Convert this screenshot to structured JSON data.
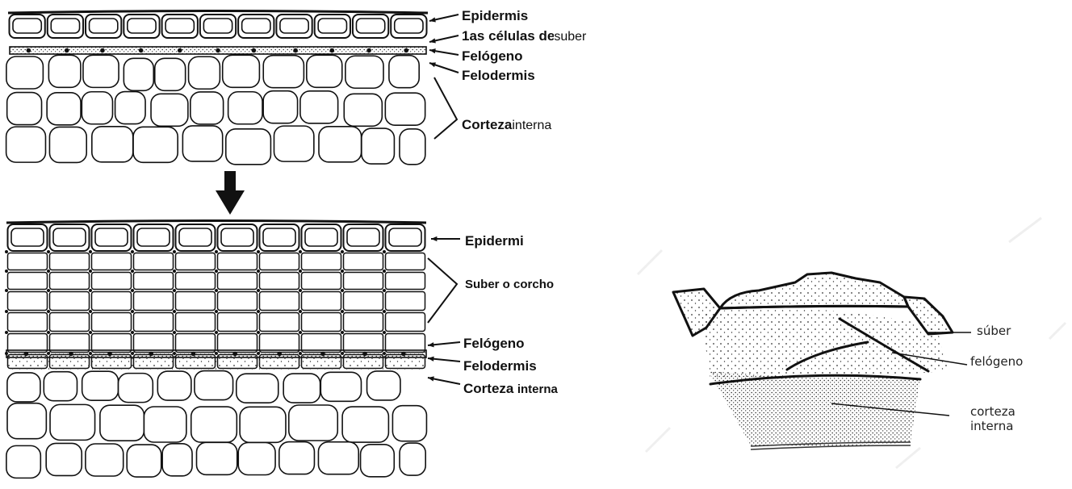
{
  "top_diagram": {
    "labels": {
      "epidermis": "Epidermis",
      "primeras_celulas_bold": "1as células de",
      "primeras_celulas_suffix": "suber",
      "felogeno": "Felógeno",
      "felodermis_bold": "Felodermis",
      "corteza_bold": "Corteza",
      "corteza_suffix": "interna"
    }
  },
  "bottom_diagram": {
    "labels": {
      "epidermi": "Epidermi",
      "suber_corcho": "Suber o corcho",
      "felogeno": "Felógeno",
      "felodermis_bold": "Felodermis",
      "corteza_bold": "Corteza",
      "corteza_suffix": "interna"
    }
  },
  "bark_diagram": {
    "labels": {
      "suber": "súber",
      "felogeno": "felógeno",
      "corteza_line1": "corteza",
      "corteza_line2": "interna"
    }
  }
}
